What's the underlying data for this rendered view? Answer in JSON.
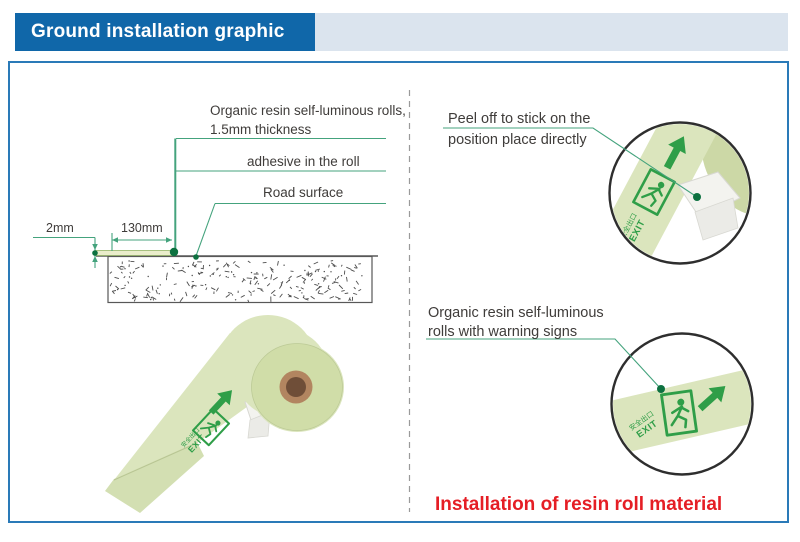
{
  "header": {
    "title": "Ground installation graphic"
  },
  "left_diagram": {
    "label_roll_1": "Organic resin self-luminous rolls,",
    "label_roll_2": "1.5mm thickness",
    "label_adhesive": "adhesive in the roll",
    "label_road": "Road surface",
    "dim_thickness": "2mm",
    "dim_width": "130mm"
  },
  "tape_print": {
    "cn": "安全出口",
    "en": "EXIT"
  },
  "right_panel": {
    "peel_1": "Peel off  to stick on the",
    "peel_2": "position place directly",
    "rolls_1": "Organic resin self-luminous",
    "rolls_2": "rolls with warning signs",
    "caption": "Installation of resin roll material"
  },
  "colors": {
    "header-blue": "#1067a9",
    "header-bar": "#dbe4ee",
    "panel-border": "#2a7ab8",
    "line-green": "#44a37d",
    "dot-green": "#0d7140",
    "sign-green": "#2f9e48",
    "tape-green": "#dbe5bd",
    "tape-face": "#d0dda8",
    "caption-red": "#e51e25",
    "text-dark": "#3f3c3a"
  }
}
